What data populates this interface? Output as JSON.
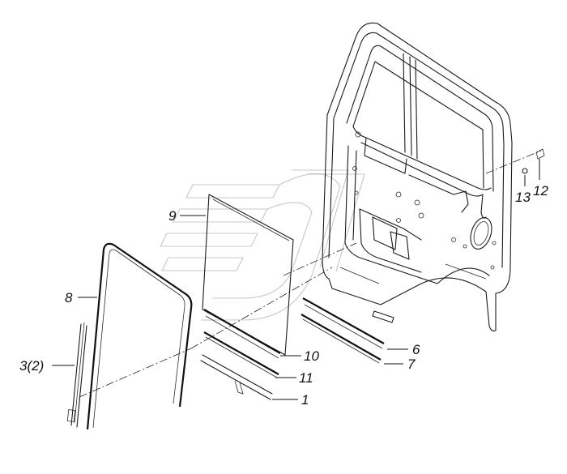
{
  "callouts": {
    "c1": "1",
    "c3": "3(2)",
    "c6": "6",
    "c7": "7",
    "c8": "8",
    "c9": "9",
    "c10": "10",
    "c11": "11",
    "c12": "12",
    "c13": "13"
  }
}
